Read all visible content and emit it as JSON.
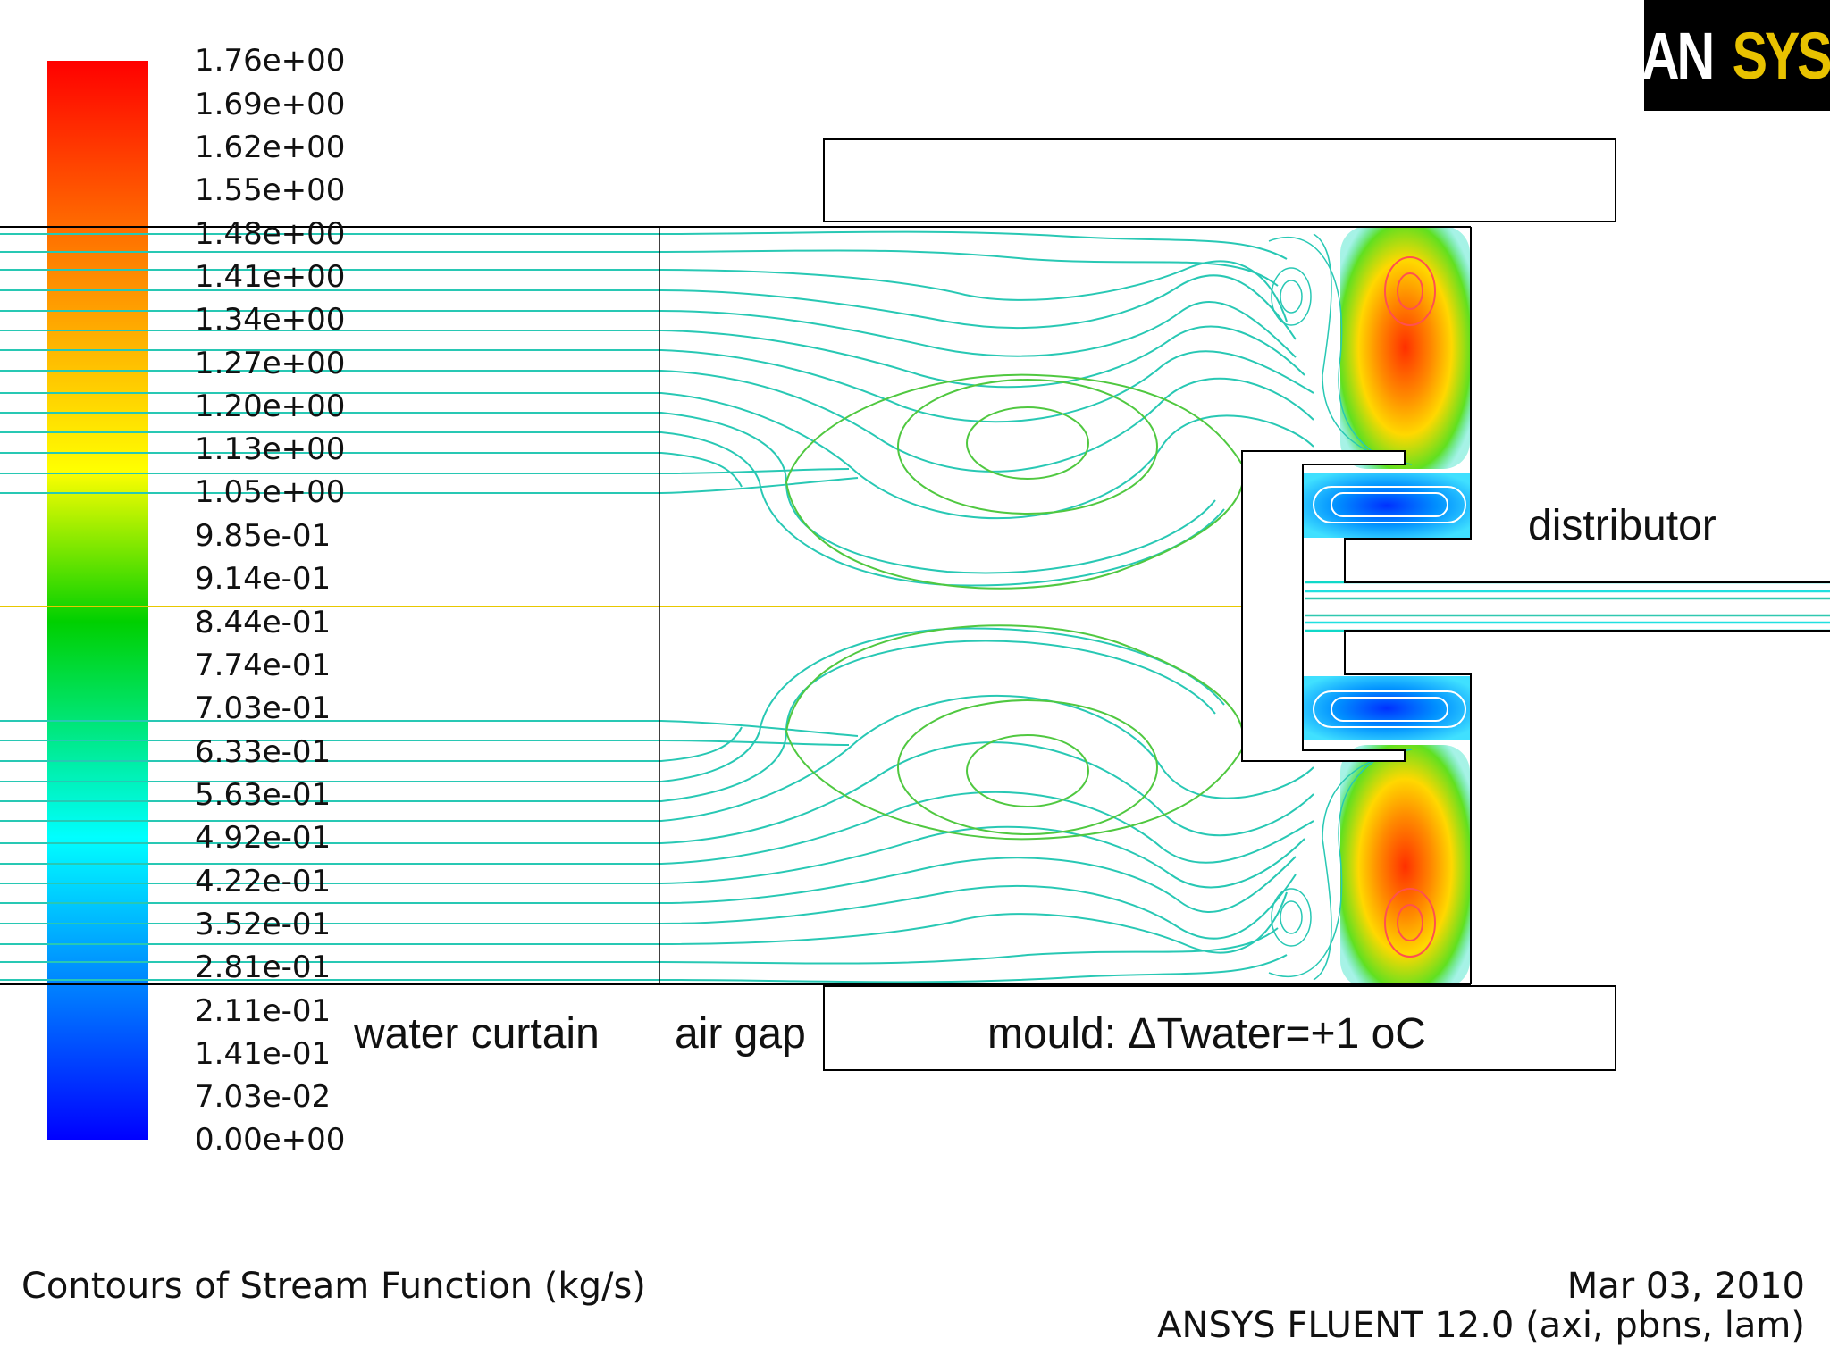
{
  "logo": {
    "text_a": "AN",
    "text_b": "SYS"
  },
  "colorbar": {
    "labels": [
      "1.76e+00",
      "1.69e+00",
      "1.62e+00",
      "1.55e+00",
      "1.48e+00",
      "1.41e+00",
      "1.34e+00",
      "1.27e+00",
      "1.20e+00",
      "1.13e+00",
      "1.05e+00",
      "9.85e-01",
      "9.14e-01",
      "8.44e-01",
      "7.74e-01",
      "7.03e-01",
      "6.33e-01",
      "5.63e-01",
      "4.92e-01",
      "4.22e-01",
      "3.52e-01",
      "2.81e-01",
      "2.11e-01",
      "1.41e-01",
      "7.03e-02",
      "0.00e+00"
    ],
    "colormap": [
      "#ff0000",
      "#ff8c00",
      "#ffff00",
      "#00e000",
      "#00ffff",
      "#0000ff"
    ]
  },
  "annotations": {
    "water_curtain": "water curtain",
    "air_gap": "air gap",
    "mould": "mould: ΔTwater=+1 oC",
    "distributor": "distributor"
  },
  "footer": {
    "title": "Contours of Stream Function (kg/s)",
    "date": "Mar 03, 2010",
    "software": "ANSYS FLUENT 12.0 (axi, pbns, lam)"
  },
  "chart_data": {
    "type": "heatmap",
    "title": "Contours of Stream Function (kg/s)",
    "variable": "Stream Function",
    "unit": "kg/s",
    "range": [
      0.0,
      1.76
    ],
    "levels": 26,
    "colors": {
      "lines": "#28c8b4",
      "mid_streamline": "#e0c000",
      "wall": "#000000"
    }
  }
}
